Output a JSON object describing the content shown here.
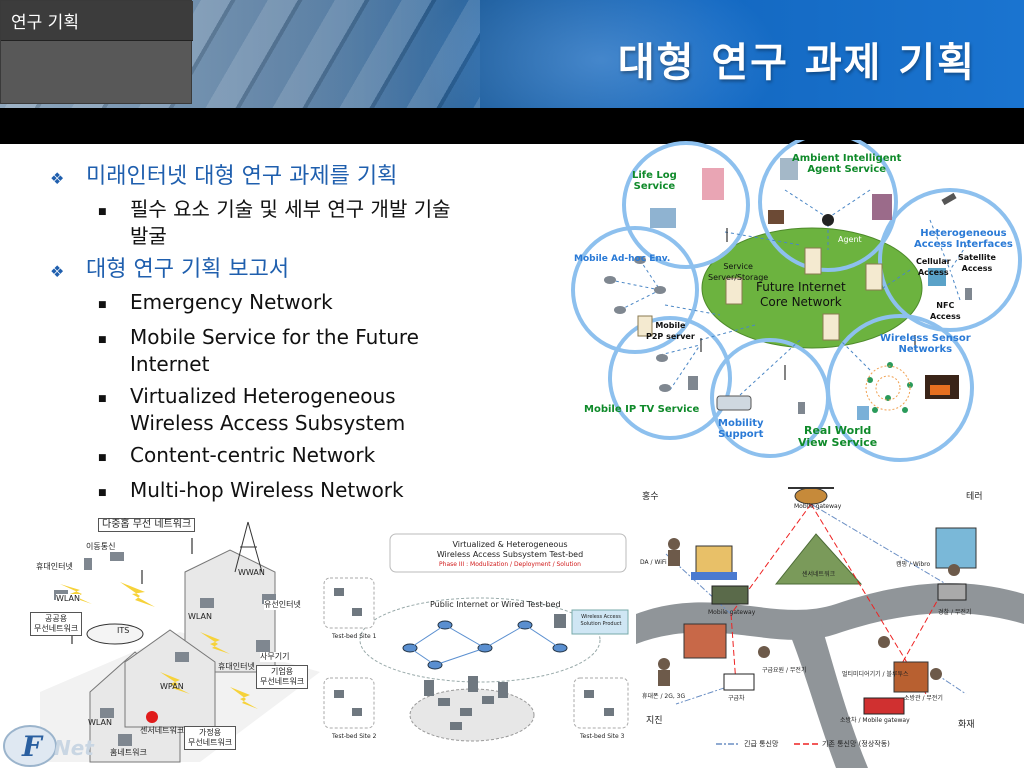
{
  "header": {
    "section_label": "연구 기획",
    "title": "대형 연구 과제 기획"
  },
  "bullets": [
    {
      "label": "미래인터넷 대형 연구 과제를 기획",
      "sub": [
        "필수 요소 기술 및 세부 연구 개발 기술 발굴"
      ]
    },
    {
      "label": "대형 연구 기획 보고서",
      "sub": [
        "Emergency Network",
        "Mobile Service for the Future Internet",
        "Virtualized Heterogeneous Wireless Access Subsystem",
        "Content-centric Network",
        "Multi-hop Wireless Network"
      ]
    }
  ],
  "diagram_top_right": {
    "core_label_1": "Future Internet",
    "core_label_2": "Core Network",
    "service_server_1": "Service",
    "service_server_2": "Server/Storage",
    "agent": "Agent",
    "mobile_p2p_1": "Mobile",
    "mobile_p2p_2": "P2P server",
    "life_log_1": "Life Log",
    "life_log_2": "Service",
    "ambient_1": "Ambient Intelligent",
    "ambient_2": "Agent Service",
    "hetero_1": "Heterogeneous",
    "hetero_2": "Access Interfaces",
    "cellular_1": "Cellular",
    "cellular_2": "Access",
    "satellite_1": "Satellite",
    "satellite_2": "Access",
    "nfc_1": "NFC",
    "nfc_2": "Access",
    "adhoc": "Mobile Ad-hoc Env.",
    "wsn_1": "Wireless Sensor",
    "wsn_2": "Networks",
    "iptv": "Mobile IP TV Service",
    "mobility_1": "Mobility",
    "mobility_2": "Support",
    "real_world_1": "Real World",
    "real_world_2": "View Service"
  },
  "diagram_bottom_left": {
    "title": "다중홉 무선 네트워크",
    "mobile_comm": "이동통신",
    "portable_internet_l": "휴대인터넷",
    "wlan_1": "WLAN",
    "public_net_1": "공공용",
    "public_net_2": "무선네트워크",
    "its": "ITS",
    "wwan": "WWAN",
    "wlan_2": "WLAN",
    "wired_internet": "유선인터넷",
    "office_device": "사무기기",
    "portable_internet_r": "휴대인터넷",
    "enterprise_1": "기업용",
    "enterprise_2": "무선네트워크",
    "wpan": "WPAN",
    "wlan_3": "WLAN",
    "sensor_net": "센서네트워크",
    "home_net": "홈네트워크",
    "home_1": "가정용",
    "home_2": "무선네트워크"
  },
  "diagram_bottom_middle": {
    "title_1": "Virtualized & Heterogeneous",
    "title_2": "Wireless Access Subsystem Test-bed",
    "title_3": "Phase III : Modulization / Deployment / Solution",
    "cloud_label": "Public Internet or Wired Test-bed",
    "wa_product_1": "Wireless Access",
    "wa_product_2": "Solution Product",
    "site_1": "Test-bed Site 1",
    "site_2": "Test-bed Site 2",
    "site_3": "Test-bed Site 3"
  },
  "diagram_bottom_right": {
    "flood": "홍수",
    "terror": "테러",
    "mobile_gateway_heli": "Mobile gateway",
    "cdma_wifi": "DA / WiFi",
    "mobile_gateway_truck": "Mobile gateway",
    "sensor_net": "센서네트워크",
    "wibro": "캠핑 / Wibro",
    "police": "경찰 / 무전기",
    "emergency_radio": "구급요원 / 무전기",
    "multimedia": "멀티미디어기기 / 블루투스",
    "portable": "휴대폰 / 2G, 3G",
    "ambulance": "구급차",
    "firefighter": "소방관 / 무전기",
    "fire_truck": "소방차 / Mobile gateway",
    "earthquake": "지진",
    "fire": "화재",
    "legend_emergency": "긴급 통신망",
    "legend_existing": "기존 통신망 (정상작동)"
  },
  "logo": {
    "text": "Net"
  },
  "colors": {
    "bullet_blue": "#1f5fae",
    "header_blue": "#1469c2",
    "core_green": "#6cb33f",
    "diagram_green_text": "#0f8a2a",
    "diagram_blue_text": "#2a7ad6",
    "circle_blue": "#8dc0ee"
  }
}
